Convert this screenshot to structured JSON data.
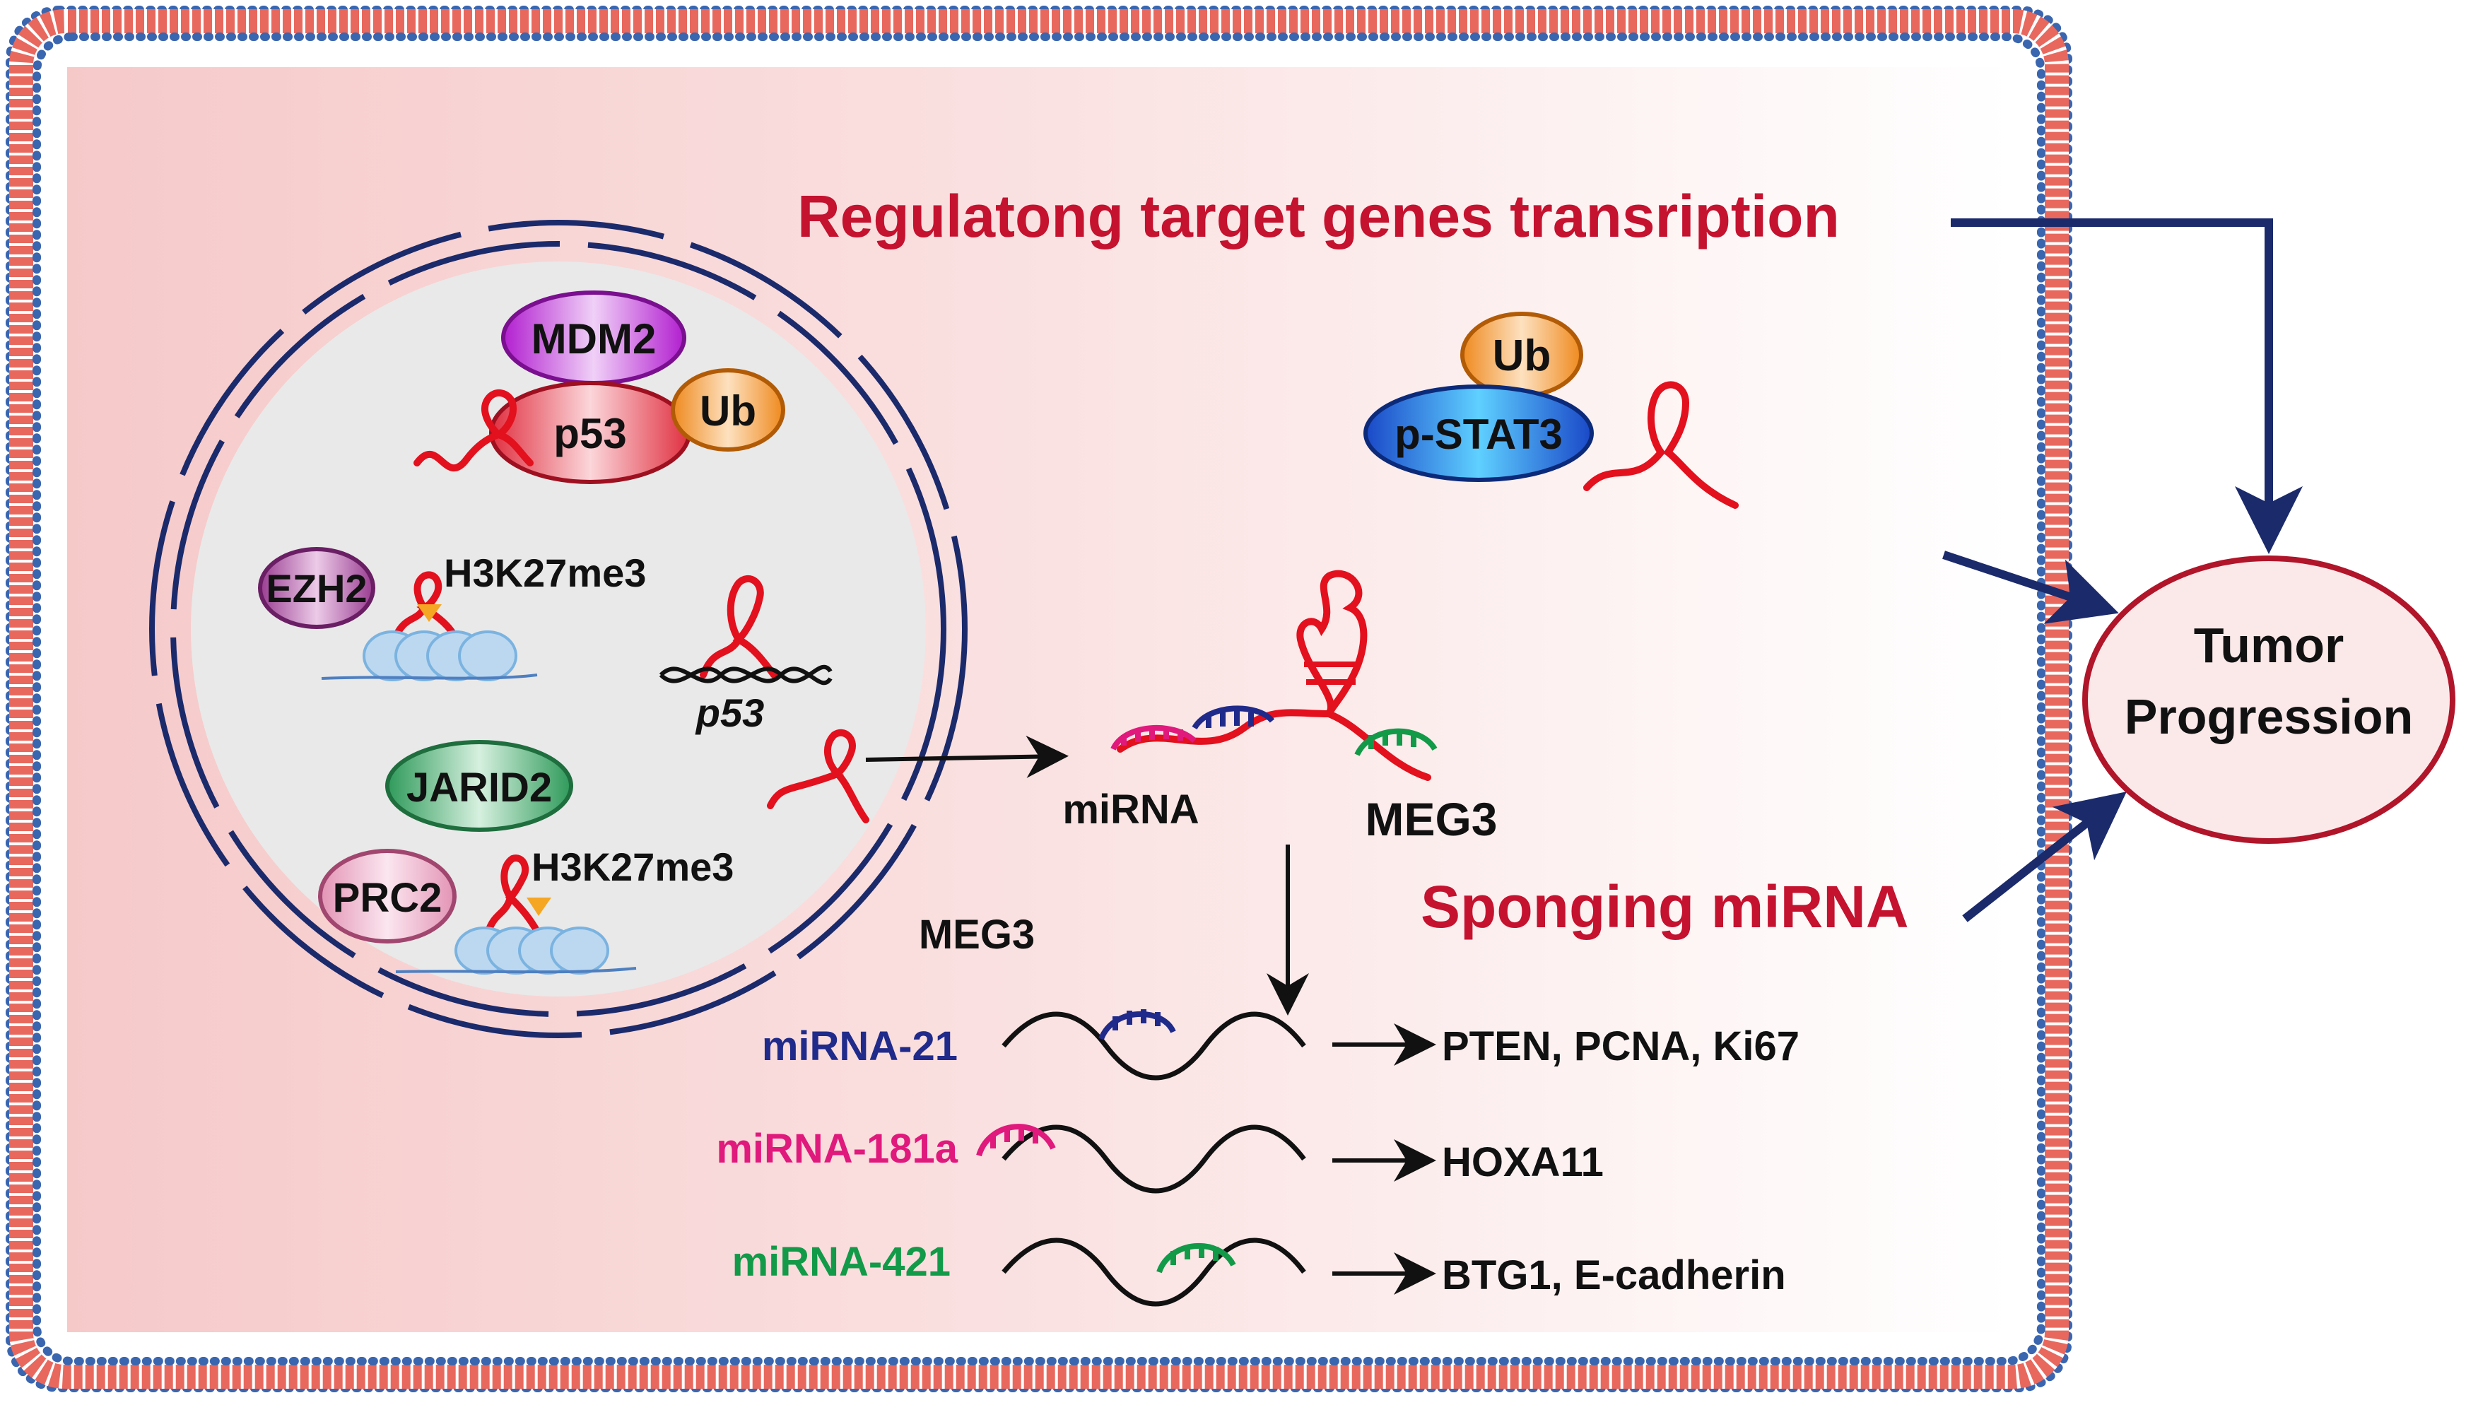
{
  "labels": {
    "regulating": "Regulatong target genes transription",
    "sponging": "Sponging miRNA",
    "tumor_line1": "Tumor",
    "tumor_line2": "Progression",
    "mdm2": "MDM2",
    "p53_protein": "p53",
    "ub_nucleus": "Ub",
    "ezh2": "EZH2",
    "h3k27me3_top": "H3K27me3",
    "p53_gene": "p53",
    "jarid2": "JARID2",
    "prc2": "PRC2",
    "h3k27me3_bottom": "H3K27me3",
    "ub_cyto": "Ub",
    "pstat3": "p-STAT3",
    "mirna": "miRNA",
    "meg3_main": "MEG3",
    "meg3_list": "MEG3"
  },
  "mirna_rows": [
    {
      "name": "miRNA-21",
      "targets": "PTEN, PCNA, Ki67",
      "color": "#1f2a8a"
    },
    {
      "name": "miRNA-181a",
      "targets": "HOXA11",
      "color": "#e0197d"
    },
    {
      "name": "miRNA-421",
      "targets": "BTG1, E-cadherin",
      "color": "#129a48"
    }
  ],
  "colors": {
    "membrane": "#e8685e",
    "membrane_dot": "#3a66b0",
    "navy": "#1b2a6b",
    "red_text": "#c4122f",
    "rna": "#e3101d",
    "tumor_border": "#b0152a"
  }
}
